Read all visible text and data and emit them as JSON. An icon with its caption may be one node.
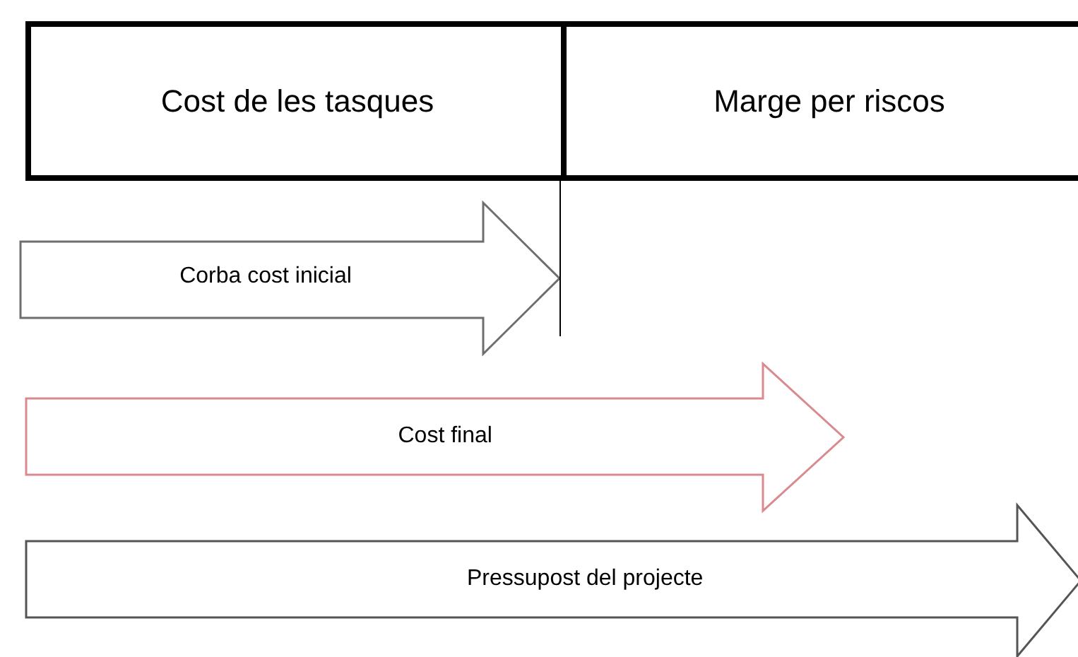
{
  "diagram": {
    "nodes": [
      {
        "text": [
          "Cost de les tasques"
        ]
      },
      {
        "text": [
          "Marge per riscos"
        ]
      },
      {
        "text": [
          "Corba cost inicial"
        ]
      },
      {
        "text": [
          "Cost final"
        ]
      },
      {
        "text": [
          "Pressupost del projecte"
        ]
      }
    ]
  }
}
